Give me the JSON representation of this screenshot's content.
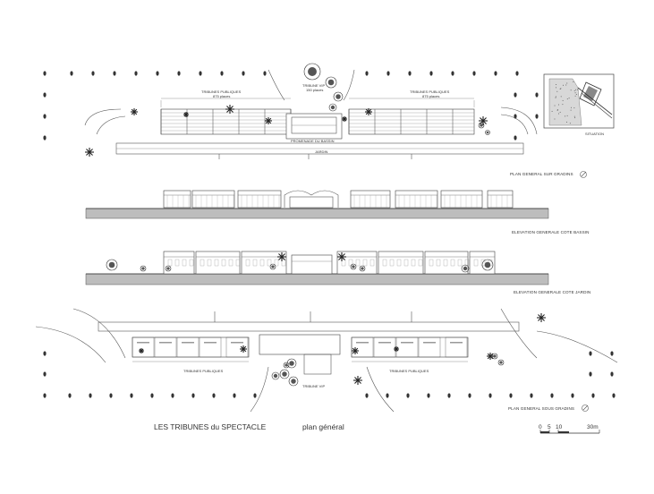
{
  "sheet": {
    "title": "LES TRIBUNES du SPECTACLE",
    "subtitle": "plan général"
  },
  "views": {
    "plan_sur": "PLAN GENERAL SUR GRADINS",
    "situation": "SITUATION",
    "elev_bassin": "ELEVATION GENERALE COTE BASSIN",
    "elev_jardin": "ELEVATION GENERALE COTE JARDIN",
    "plan_sous": "PLAN GENERAL SOUS GRADINS"
  },
  "labels": {
    "tribune_vip": "TRIBUNE VIP",
    "tribune_vip_places": "150 places",
    "tribunes_left": "TRIBUNES PUBLIQUES",
    "tribunes_left_places": "875 places",
    "tribunes_right": "TRIBUNES PUBLIQUES",
    "tribunes_right_places": "875 places",
    "promenade": "PROMENADE DU BASSIN",
    "jardin": "JARDIN",
    "tribunes_pub_low_left": "TRIBUNES PUBLIQUES",
    "tribunes_pub_low_right": "TRIBUNES PUBLIQUES",
    "tribune_vip_low": "TRIBUNE VIP"
  },
  "scale": {
    "ticks": [
      "0",
      "5",
      "10",
      "30m"
    ]
  }
}
